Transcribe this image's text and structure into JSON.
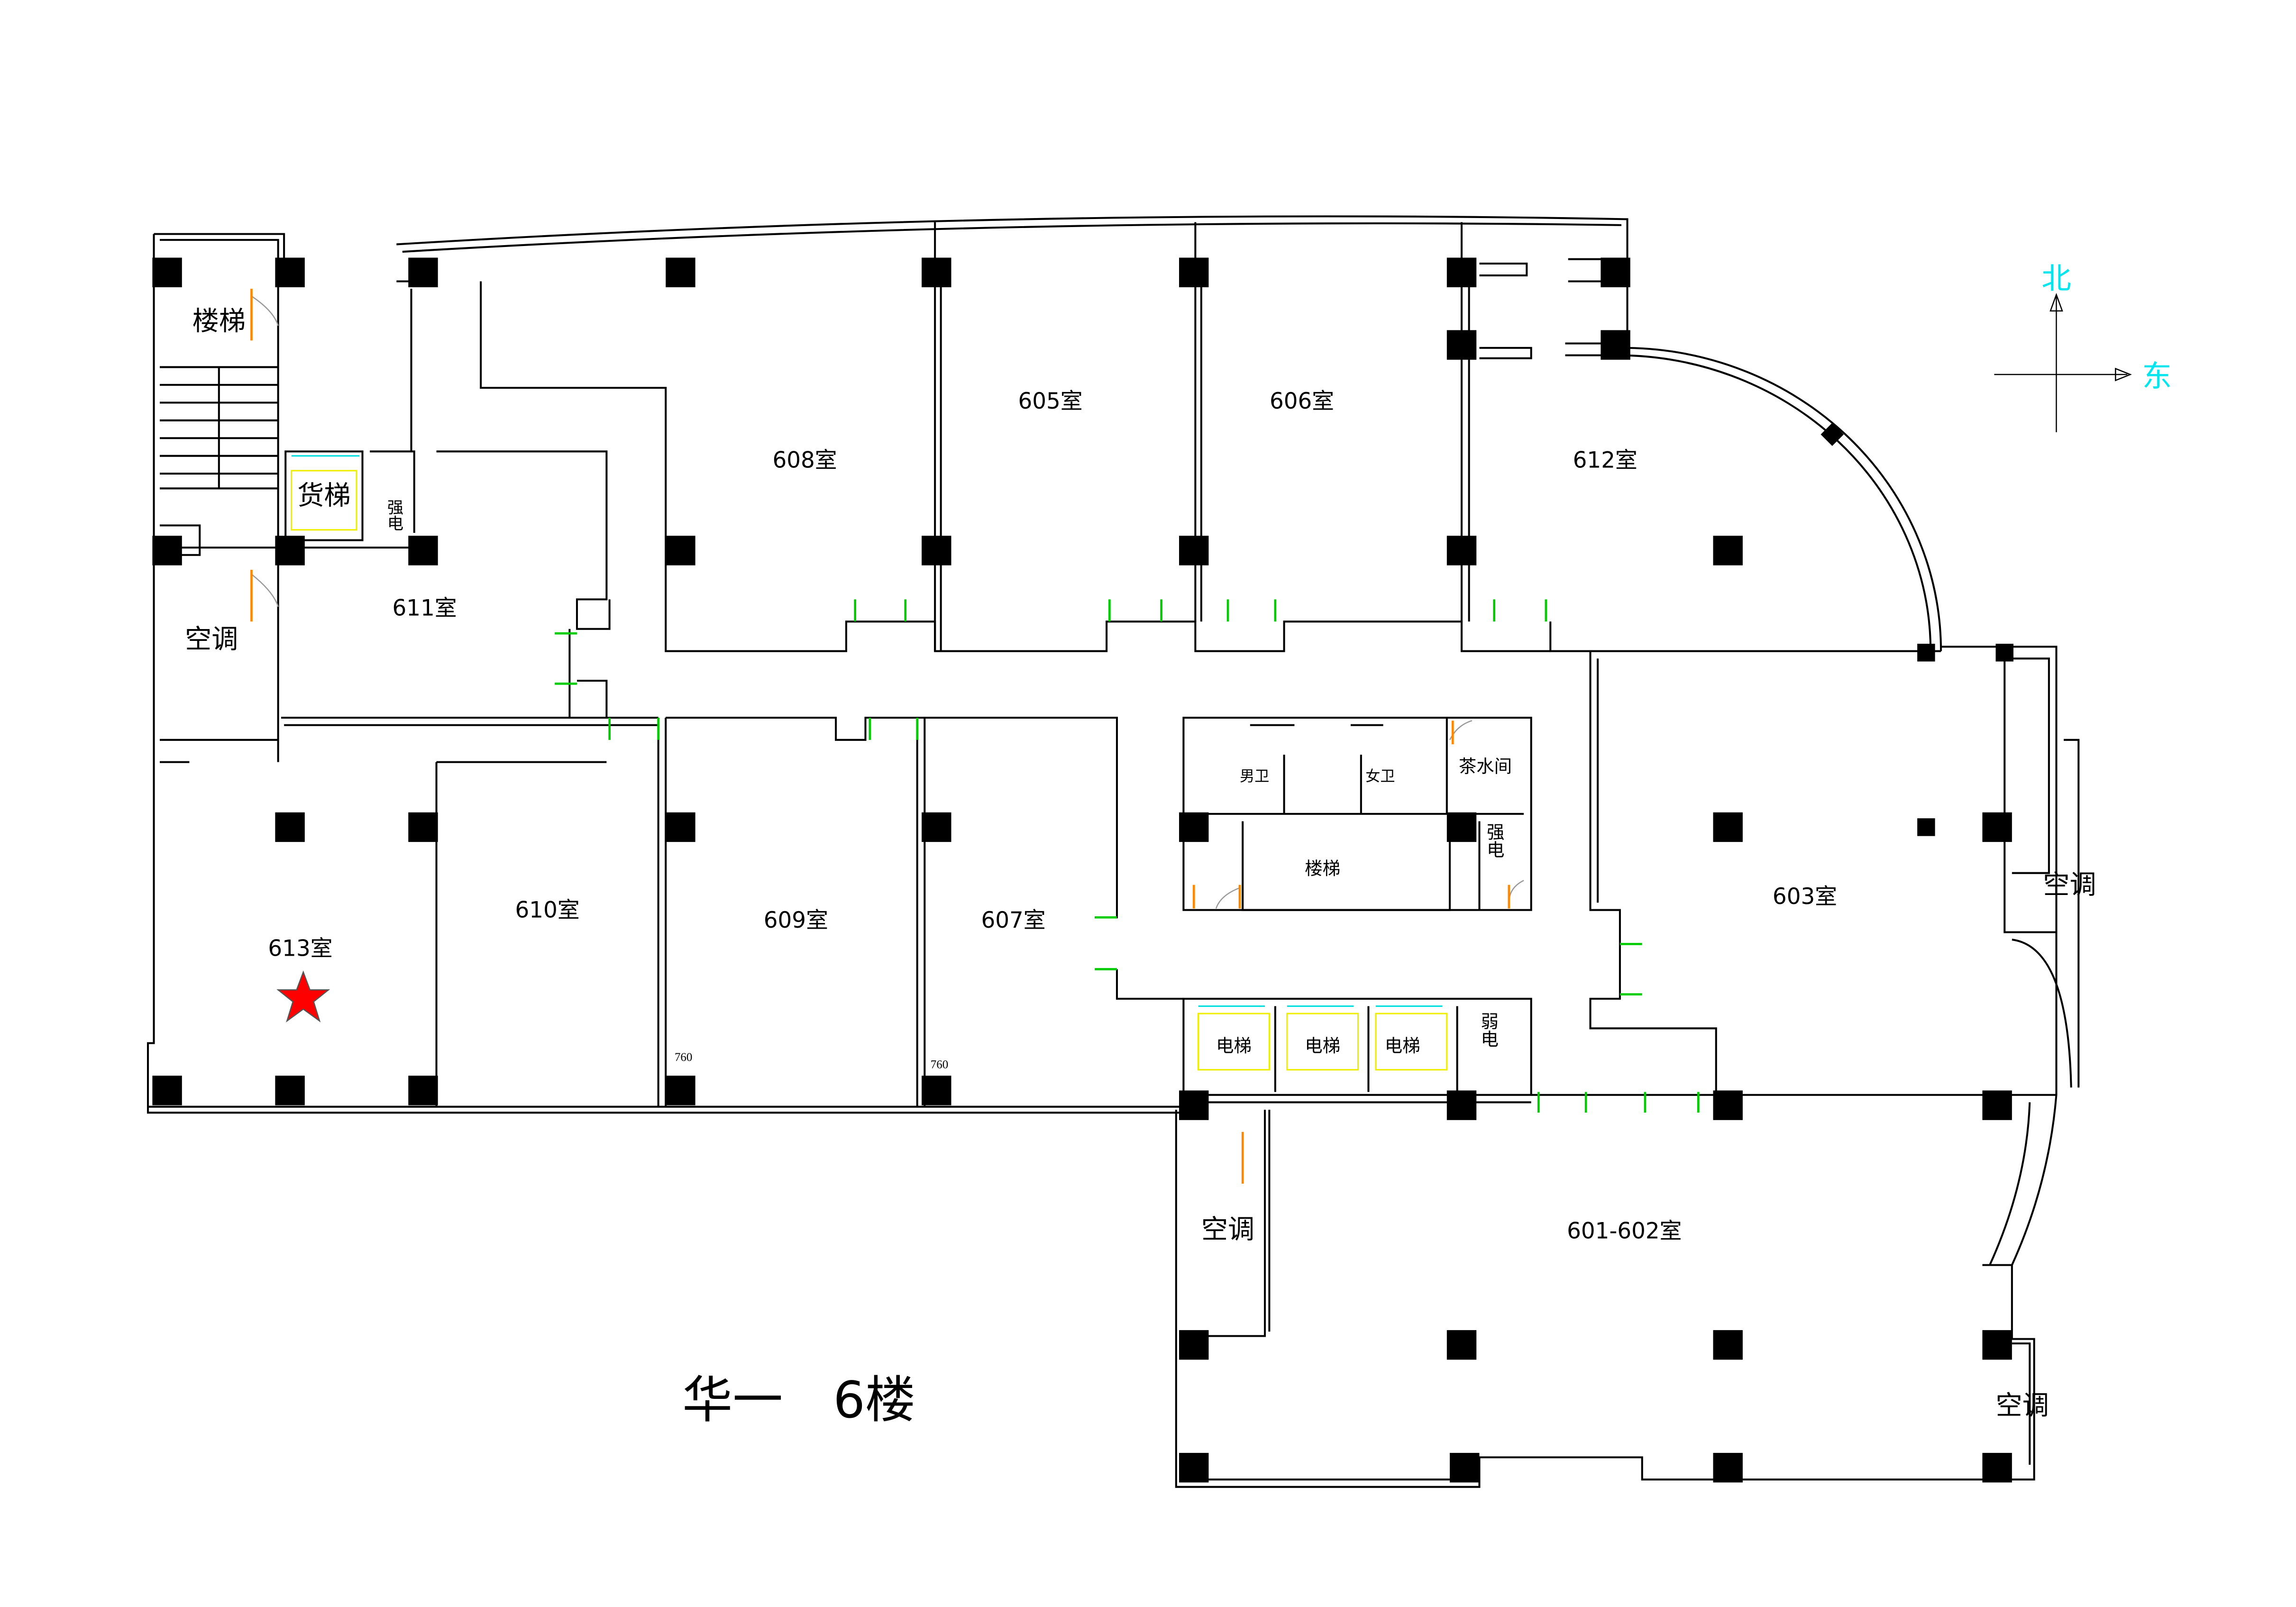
{
  "title": "华一　6楼",
  "compass": {
    "north": "北",
    "east": "东",
    "color": "#00e5ee"
  },
  "marker": {
    "room": "613室",
    "icon": "star-icon",
    "color": "#ff0000"
  },
  "rooms": {
    "r601": "601-602室",
    "r603": "603室",
    "r605": "605室",
    "r606": "606室",
    "r607": "607室",
    "r608": "608室",
    "r609": "609室",
    "r610": "610室",
    "r611": "611室",
    "r612": "612室",
    "r613": "613室"
  },
  "facilities": {
    "stairs_left": "楼梯",
    "freight_elevator": "货梯",
    "power_left": "强电",
    "ac_left": "空调",
    "mens_wc": "男卫",
    "womens_wc": "女卫",
    "tea_room": "茶水间",
    "stairs_core": "楼梯",
    "power_core": "强电",
    "elevator1": "电梯",
    "elevator2": "电梯",
    "elevator3": "电梯",
    "weak_power": "弱电",
    "ac_right": "空调",
    "ac_bottom_left": "空调",
    "ac_bottom_right": "空调"
  },
  "dimensions": {
    "d1": "760",
    "d2": "760"
  }
}
